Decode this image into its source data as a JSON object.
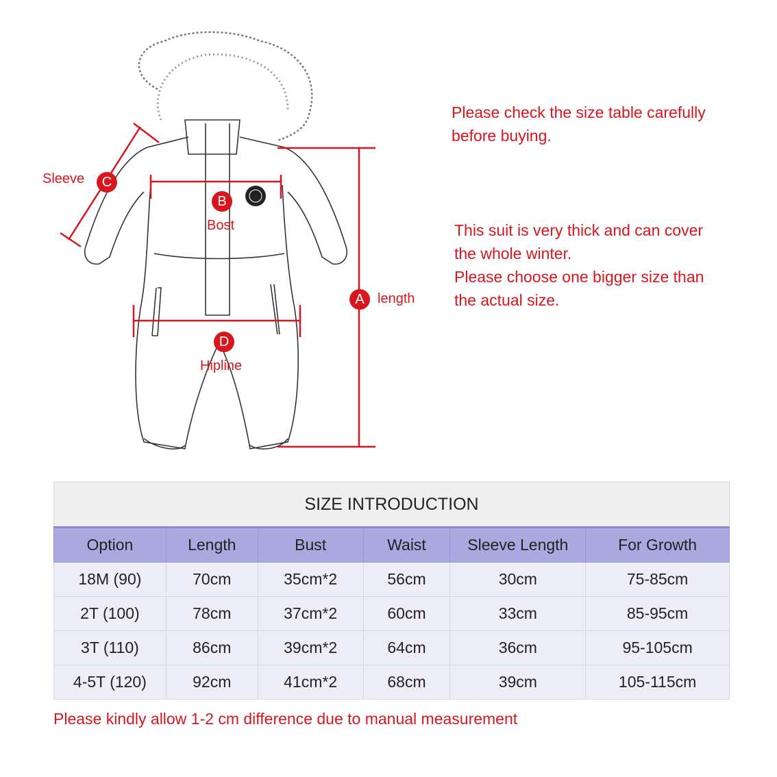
{
  "diagram": {
    "labels": {
      "sleeve": {
        "badge": "C",
        "text": "Sleeve"
      },
      "bust": {
        "badge": "B",
        "text": "Bost"
      },
      "length": {
        "badge": "A",
        "text": "length"
      },
      "hipline": {
        "badge": "D",
        "text": "Hipline"
      }
    }
  },
  "notes": {
    "line1": "Please check the size table carefully",
    "line2": "before buying.",
    "line3": "This suit is very thick and can cover",
    "line4": "the whole winter.",
    "line5": "Please choose one bigger size than",
    "line6": "the actual size."
  },
  "table": {
    "title": "SIZE INTRODUCTION",
    "headers": [
      "Option",
      "Length",
      "Bust",
      "Waist",
      "Sleeve Length",
      "For Growth"
    ],
    "rows": [
      [
        "18M (90)",
        "70cm",
        "35cm*2",
        "56cm",
        "30cm",
        "75-85cm"
      ],
      [
        "2T (100)",
        "78cm",
        "37cm*2",
        "60cm",
        "33cm",
        "85-95cm"
      ],
      [
        "3T (110)",
        "86cm",
        "39cm*2",
        "64cm",
        "36cm",
        "95-105cm"
      ],
      [
        "4-5T (120)",
        "92cm",
        "41cm*2",
        "68cm",
        "39cm",
        "105-115cm"
      ]
    ]
  },
  "footer_note": "Please kindly allow 1-2 cm difference due to manual measurement",
  "colors": {
    "accent": "#d8161d",
    "header": "#a9a9e0",
    "row": "#ededf8"
  }
}
